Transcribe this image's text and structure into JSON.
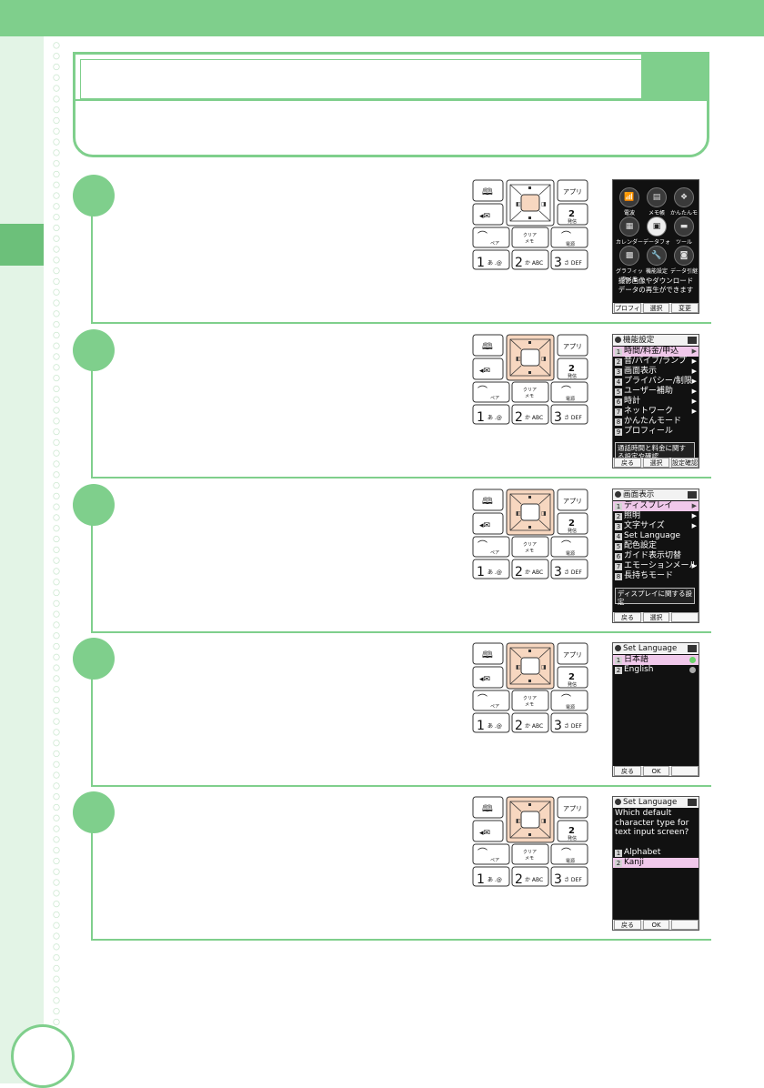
{
  "colors": {
    "accent": "#7fcf8c",
    "accent_dark": "#6cc07a",
    "pad_highlight": "#f7d7c0"
  },
  "keypad": {
    "book": "🕮",
    "app": "アプリ",
    "mail": "◂✉",
    "redial": "発信",
    "pair": "ペア",
    "clear_top": "クリア",
    "clear_bottom": "メモ",
    "power": "電源",
    "k1": "1",
    "k1_sub": "あ .@",
    "k2": "2",
    "k2_sub": "か ABC",
    "k3": "3",
    "k3_sub": "さ DEF"
  },
  "screens": {
    "s1": {
      "icons": [
        {
          "label": "電波",
          "glyph": "📶"
        },
        {
          "label": "メモ帳",
          "glyph": "▤"
        },
        {
          "label": "かんたんモード",
          "glyph": "❖"
        },
        {
          "label": "カレンダー",
          "glyph": "▦"
        },
        {
          "label": "データフォルダ",
          "glyph": "▣"
        },
        {
          "label": "ツール",
          "glyph": "▬"
        },
        {
          "label": "グラフィックメモ",
          "glyph": "▩"
        },
        {
          "label": "機能設定",
          "glyph": "🔧"
        },
        {
          "label": "データ引継",
          "glyph": "◙"
        }
      ],
      "desc_line1": "撮影画像やダウンロード",
      "desc_line2": "データの再生ができます",
      "soft": [
        "プロフィール",
        "選択",
        "変更"
      ]
    },
    "s2": {
      "header": "機能設定",
      "items": [
        {
          "n": "1",
          "label": "時間/料金/申込"
        },
        {
          "n": "2",
          "label": "音/バイブ/ランプ"
        },
        {
          "n": "3",
          "label": "画面表示"
        },
        {
          "n": "4",
          "label": "プライバシー/制限"
        },
        {
          "n": "5",
          "label": "ユーザー補助"
        },
        {
          "n": "6",
          "label": "時計"
        },
        {
          "n": "7",
          "label": "ネットワーク"
        },
        {
          "n": "8",
          "label": "かんたんモード"
        },
        {
          "n": "9",
          "label": "プロフィール"
        }
      ],
      "help": "通話時間と料金に関する設定や確認",
      "soft": [
        "戻る",
        "選択",
        "設定確認"
      ]
    },
    "s3": {
      "header": "画面表示",
      "items": [
        {
          "n": "1",
          "label": "ディスプレイ"
        },
        {
          "n": "2",
          "label": "照明"
        },
        {
          "n": "3",
          "label": "文字サイズ"
        },
        {
          "n": "4",
          "label": "Set Language"
        },
        {
          "n": "5",
          "label": "配色設定"
        },
        {
          "n": "6",
          "label": "ガイド表示切替"
        },
        {
          "n": "7",
          "label": "エモーションメール"
        },
        {
          "n": "8",
          "label": "長持ちモード"
        }
      ],
      "help": "ディスプレイに関する設定",
      "soft": [
        "戻る",
        "選択",
        ""
      ]
    },
    "s4": {
      "header": "Set Language",
      "items": [
        {
          "n": "1",
          "label": "日本語"
        },
        {
          "n": "2",
          "label": "English"
        }
      ],
      "soft": [
        "戻る",
        "OK",
        ""
      ]
    },
    "s5": {
      "header": "Set Language",
      "question": "Which default character type for text input screen?",
      "items": [
        {
          "n": "1",
          "label": "Alphabet"
        },
        {
          "n": "2",
          "label": "Kanji"
        }
      ],
      "soft": [
        "戻る",
        "OK",
        ""
      ]
    }
  }
}
